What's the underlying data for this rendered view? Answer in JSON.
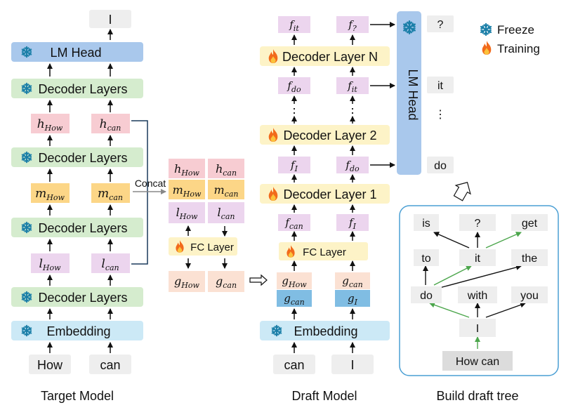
{
  "target_model": {
    "caption": "Target Model",
    "output_token": "I",
    "lm_head": "LM Head",
    "decoder": "Decoder Layers",
    "embedding": "Embedding",
    "inputs": [
      "How",
      "can"
    ],
    "h": {
      "sym": "h",
      "subs": [
        "How",
        "can"
      ]
    },
    "m": {
      "sym": "m",
      "subs": [
        "How",
        "can"
      ]
    },
    "l": {
      "sym": "l",
      "subs": [
        "How",
        "can"
      ]
    }
  },
  "middle": {
    "concat": "Concat",
    "fc_layer": "FC Layer",
    "h": {
      "sym": "h",
      "subs": [
        "How",
        "can"
      ]
    },
    "m": {
      "sym": "m",
      "subs": [
        "How",
        "can"
      ]
    },
    "l": {
      "sym": "l",
      "subs": [
        "How",
        "can"
      ]
    },
    "g": {
      "sym": "g",
      "subs": [
        "How",
        "can"
      ]
    }
  },
  "draft_model": {
    "caption": "Draft Model",
    "inputs": [
      "can",
      "I"
    ],
    "embedding": "Embedding",
    "fc_layer": "FC Layer",
    "g_top": {
      "sym": "g",
      "subs": [
        "How",
        "can"
      ]
    },
    "g_bottom": {
      "sym": "g",
      "subs": [
        "can",
        "I"
      ]
    },
    "f1": {
      "sym": "f",
      "subs": [
        "can",
        "I"
      ]
    },
    "layer1": "Decoder Layer 1",
    "f2": {
      "sym": "f",
      "subs": [
        "I",
        "do"
      ]
    },
    "layer2": "Decoder Layer 2",
    "ellipsis": "⋮",
    "f3": {
      "sym": "f",
      "subs": [
        "do",
        "it"
      ]
    },
    "layerN": "Decoder Layer N",
    "f4": {
      "sym": "f",
      "subs": [
        "it",
        "?"
      ]
    },
    "lm_head": "LM Head",
    "outputs": [
      "?",
      "it",
      "⋮",
      "do"
    ]
  },
  "legend": {
    "freeze": "Freeze",
    "training": "Training"
  },
  "tree": {
    "caption": "Build draft tree",
    "root": "How can",
    "level1": [
      "I"
    ],
    "level2": [
      "do",
      "with",
      "you"
    ],
    "level3": [
      "to",
      "it",
      "the"
    ],
    "level4": [
      "is",
      "?",
      "get"
    ]
  },
  "colors": {
    "blue_box": "#a9c8ec",
    "light_blue": "#cce9f6",
    "green": "#d5ecce",
    "pink": "#f7ccd2",
    "orange": "#fcd687",
    "purple": "#ecd5ee",
    "yellow": "#fdf3c7",
    "peach": "#fbe1d3",
    "teal": "#80bde3",
    "gray": "#eeeeee",
    "tree_border": "#4a9fd4",
    "green_arrow": "#4ca64c"
  }
}
